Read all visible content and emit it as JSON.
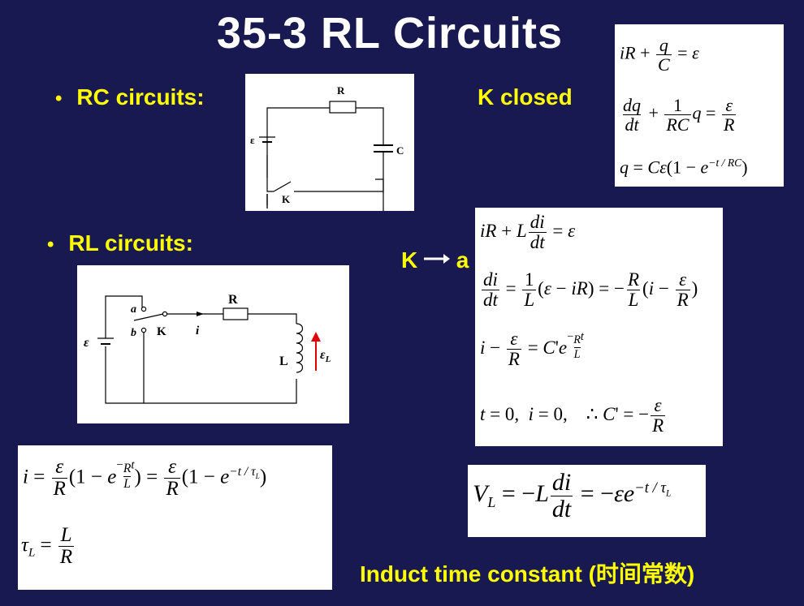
{
  "slide": {
    "title": "35-3  RL Circuits",
    "rc_label": "RC circuits:",
    "rl_label": "RL circuits:",
    "bullet": "•",
    "k_closed": "K closed",
    "k_to_a_k": "K",
    "k_to_a_a": "a",
    "footer": "Induct time constant (时间常数)"
  },
  "rc_circuit": {
    "label_R": "R",
    "label_C": "C",
    "label_emf": "ε",
    "label_K": "K"
  },
  "rl_circuit": {
    "label_a": "a",
    "label_b": "b",
    "label_K": "K",
    "label_i": "i",
    "label_R": "R",
    "label_L": "L",
    "label_emf": "ε",
    "label_emfL": "ε",
    "label_emfL_sub": "L",
    "arrow_color": "#e00000"
  },
  "colors": {
    "background": "#191952",
    "title": "#ffffff",
    "label": "#ffff00"
  }
}
